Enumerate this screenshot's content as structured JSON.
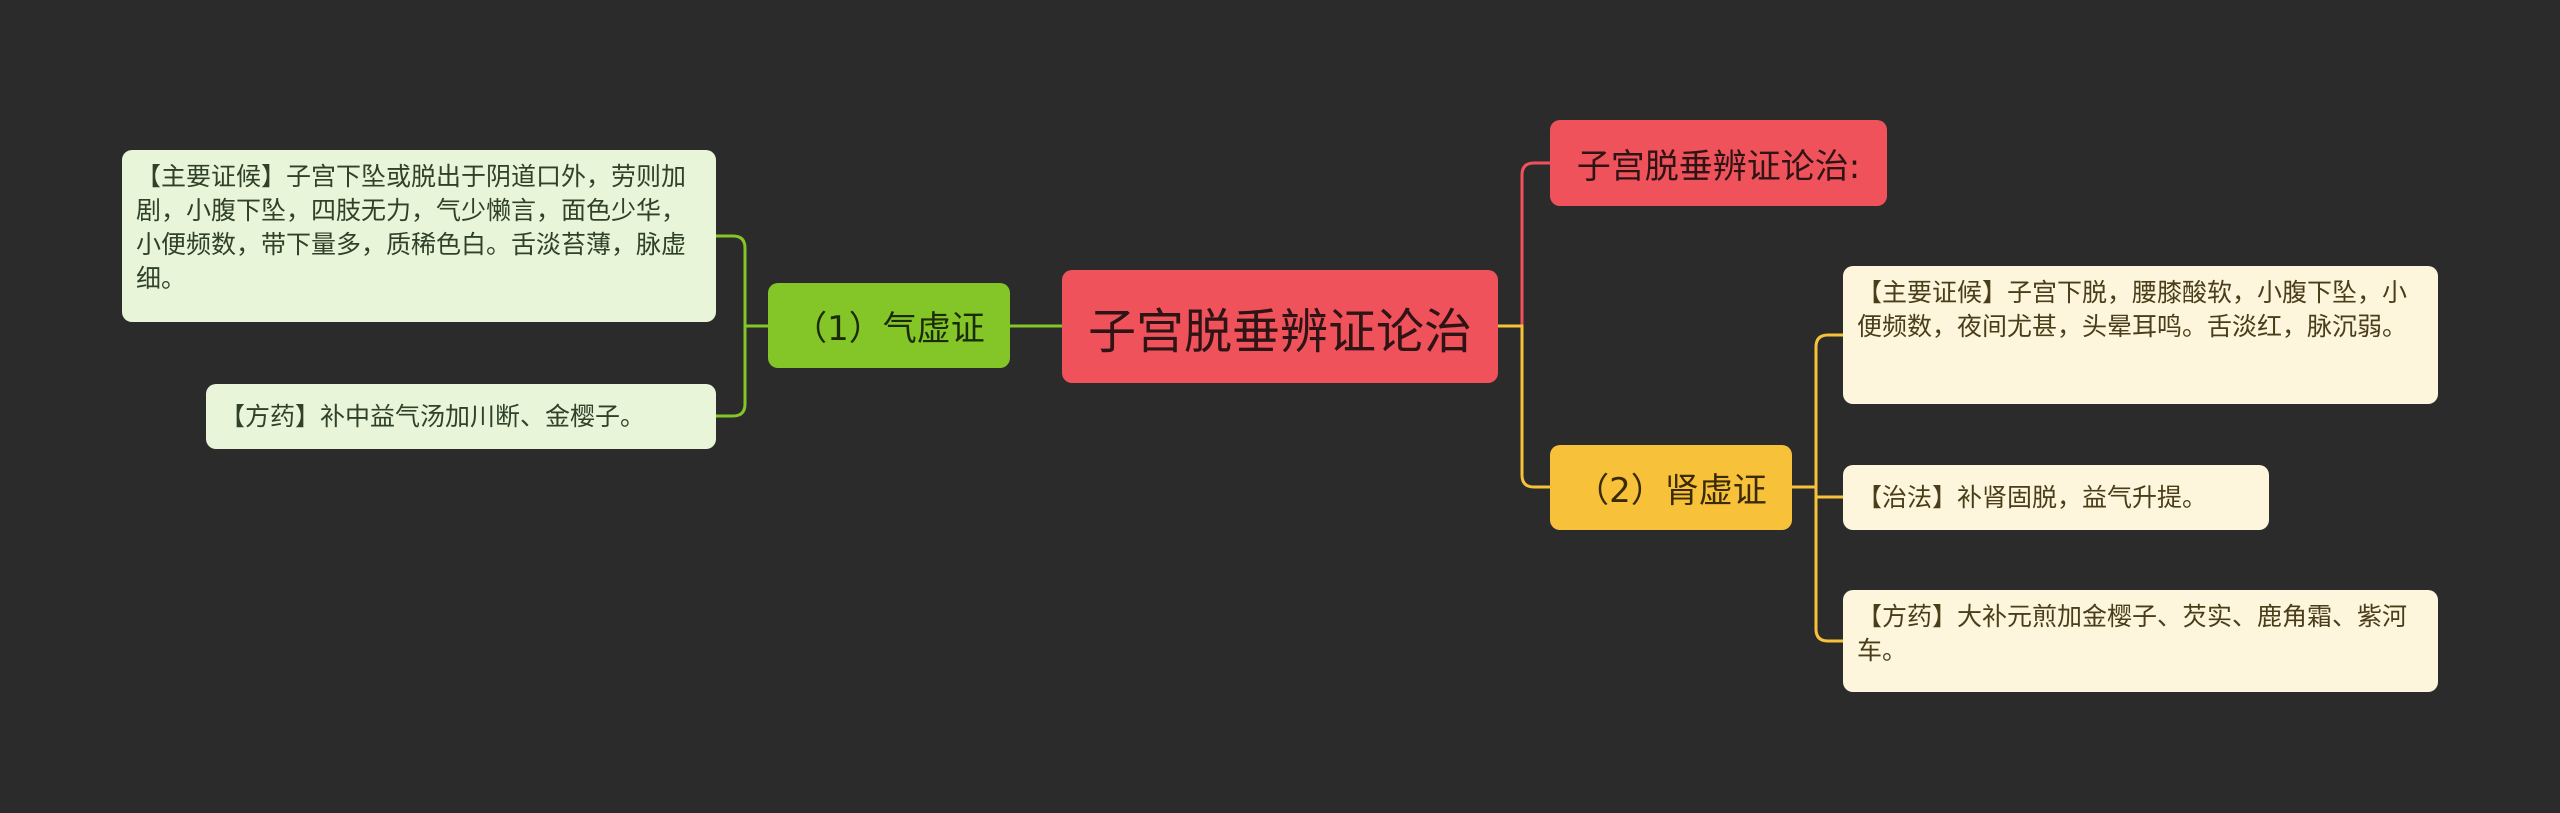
{
  "root": {
    "label": "子宫脱垂辨证论治"
  },
  "branches": {
    "title": {
      "label": "子宫脱垂辨证论治:"
    },
    "qi": {
      "label": "（1）气虚证",
      "symptoms": "【主要证候】子宫下坠或脱出于阴道口外，劳则加剧，小腹下坠，四肢无力，气少懒言，面色少华，小便频数，带下量多，质稀色白。舌淡苔薄，脉虚细。",
      "prescription": "【方药】补中益气汤加川断、金樱子。"
    },
    "shen": {
      "label": "（2）肾虚证",
      "symptoms": "【主要证候】子宫下脱，腰膝酸软，小腹下坠，小便频数，夜间尤甚，头晕耳鸣。舌淡红，脉沉弱。",
      "treatment": "【治法】补肾固脱，益气升提。",
      "prescription": "【方药】大补元煎加金樱子、芡实、鹿角霜、紫河车。"
    }
  },
  "colors": {
    "background": "#2b2b2b",
    "root": "#f0525c",
    "qi_branch": "#84c528",
    "shen_branch": "#f8c13a",
    "qi_leaf": "#e9f5d9",
    "shen_leaf": "#fdf6dc"
  }
}
